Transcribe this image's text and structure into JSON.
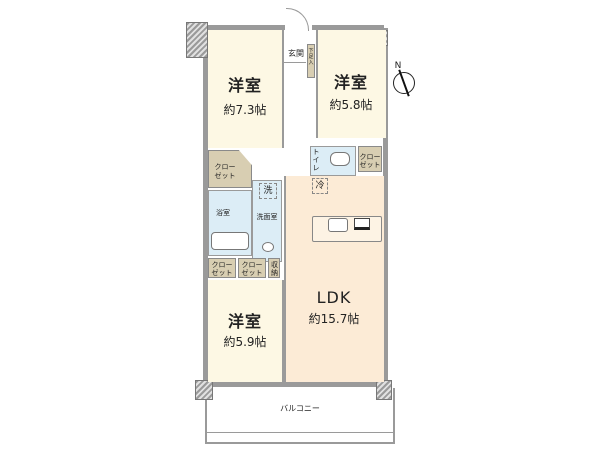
{
  "rooms": {
    "western1": {
      "name": "洋室",
      "area": "約7.3帖"
    },
    "western2": {
      "name": "洋室",
      "area": "約5.8帖"
    },
    "western3": {
      "name": "洋室",
      "area": "約5.9帖"
    },
    "ldk": {
      "name": "LDK",
      "area": "約15.7帖"
    },
    "entrance": {
      "name": "玄関"
    },
    "shoe_storage": {
      "name": "下足入"
    },
    "toilet": {
      "name": "トイレ"
    },
    "bath": {
      "name": "浴室"
    },
    "washroom": {
      "name": "洗面室"
    },
    "washer": {
      "name": "洗"
    },
    "fridge": {
      "name": "冷"
    },
    "storage": {
      "name": "収納"
    },
    "balcony": {
      "name": "バルコニー"
    }
  },
  "closets": [
    {
      "line1": "クロー",
      "line2": "ゼット"
    },
    {
      "line1": "クロー",
      "line2": "ゼット"
    },
    {
      "line1": "クロー",
      "line2": "ゼット"
    },
    {
      "line1": "クロー",
      "line2": "ゼット"
    }
  ],
  "compass": {
    "label": "N"
  },
  "colors": {
    "western_room": "#fdf8e4",
    "ldk": "#fcebd6",
    "wet_area": "#dcedf6",
    "closet": "#d8ceb2",
    "wall": "#9a9a9a"
  }
}
